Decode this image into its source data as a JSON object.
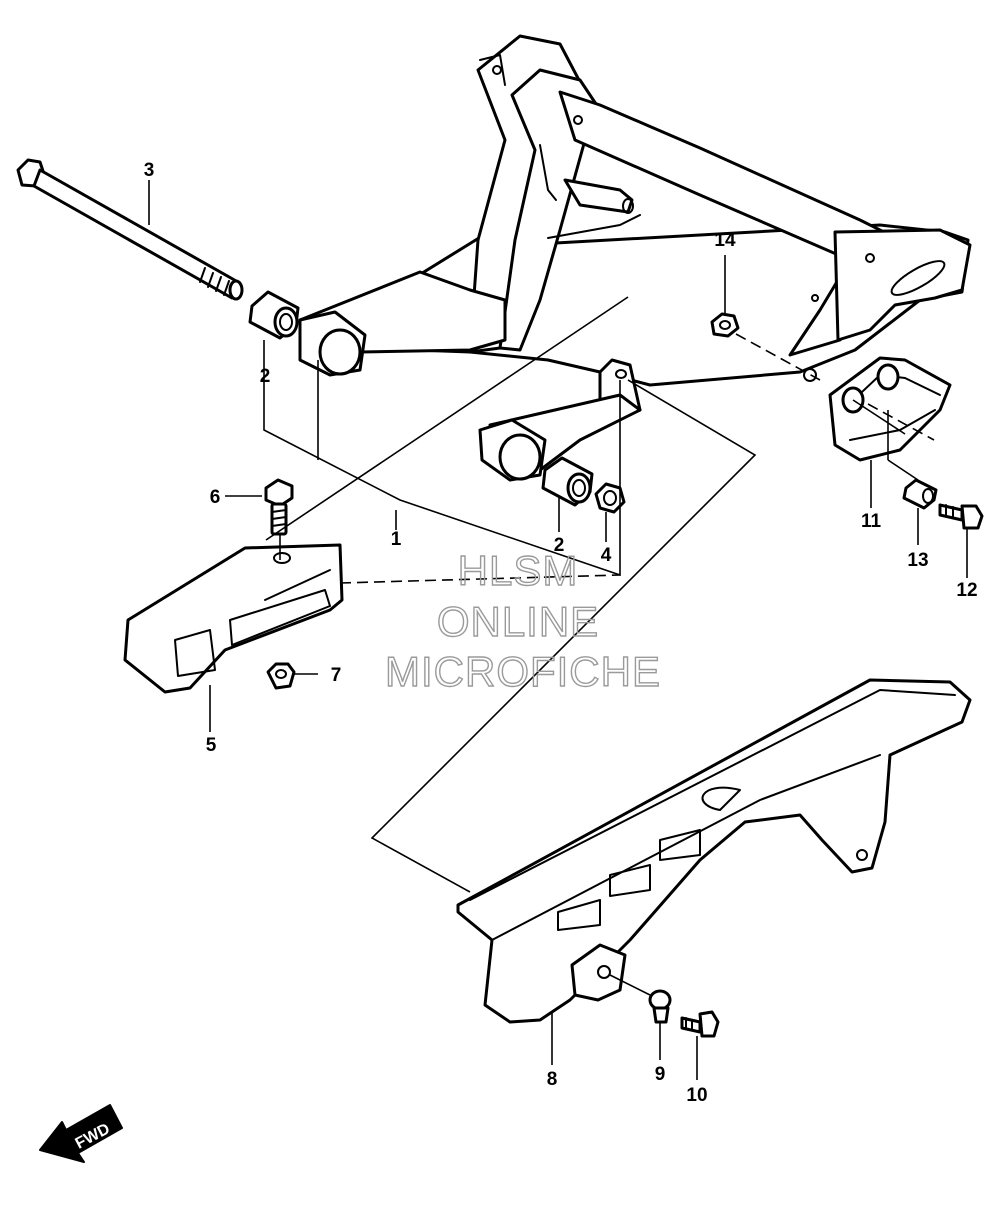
{
  "callouts": {
    "c1": "1",
    "c2a": "2",
    "c2b": "2",
    "c3": "3",
    "c4": "4",
    "c5": "5",
    "c6": "6",
    "c7": "7",
    "c8": "8",
    "c9": "9",
    "c10": "10",
    "c11": "11",
    "c12": "12",
    "c13": "13",
    "c14": "14"
  },
  "watermark": {
    "line1": "HLSM",
    "line2": "ONLINE",
    "line3": "MICROFICHE",
    "color": "#9a9a9a"
  },
  "fwd_label": "FWD"
}
